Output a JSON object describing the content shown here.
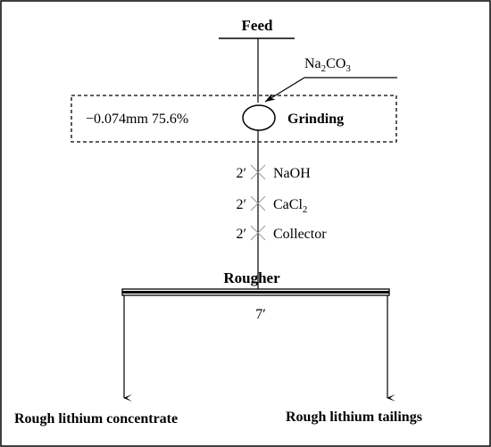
{
  "nodes": {
    "feed": "Feed",
    "grinding": "Grinding",
    "grind_size": "−0.074mm 75.6%",
    "rougher": "Rougher",
    "rougher_time": "7′"
  },
  "reagents": [
    {
      "time": "2′",
      "name": "NaOH"
    },
    {
      "time": "2′",
      "name": "CaCl",
      "sub": "2"
    },
    {
      "time": "2′",
      "name": "Collector"
    }
  ],
  "na2co3": {
    "main": "Na",
    "sub1": "2",
    "mid": "CO",
    "sub2": "3"
  },
  "outputs": {
    "concentrate": "Rough lithium concentrate",
    "tailings": "Rough lithium tailings"
  }
}
